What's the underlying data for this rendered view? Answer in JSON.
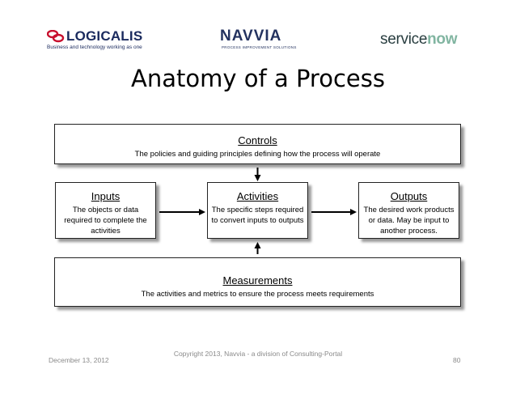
{
  "logos": {
    "logicalis": {
      "name": "LOGICALIS",
      "tagline": "Business and technology working as one",
      "color": "#1a2a5e",
      "accent": "#c8102e"
    },
    "navvia": {
      "name": "NAVVIA",
      "tagline": "PROCESS IMPROVEMENT SOLUTIONS",
      "color": "#23325f"
    },
    "servicenow": {
      "part1": "service",
      "part2": "now",
      "color1": "#293e40",
      "color2": "#81b5a1"
    }
  },
  "title": "Anatomy of a Process",
  "diagram": {
    "controls": {
      "title": "Controls",
      "description": "The policies and guiding principles defining how the process will operate"
    },
    "inputs": {
      "title": "Inputs",
      "description": "The objects or data required to complete the activities"
    },
    "activities": {
      "title": "Activities",
      "description": "The specific steps required to convert inputs to outputs"
    },
    "outputs": {
      "title": "Outputs",
      "description": "The desired work products or data.  May be input to another process."
    },
    "measurements": {
      "title": "Measurements",
      "description": "The activities and metrics to ensure the process meets requirements"
    }
  },
  "footer": {
    "date": "December 13, 2012",
    "copyright": "Copyright 2013, Navvia - a division of Consulting-Portal",
    "page": "80"
  }
}
